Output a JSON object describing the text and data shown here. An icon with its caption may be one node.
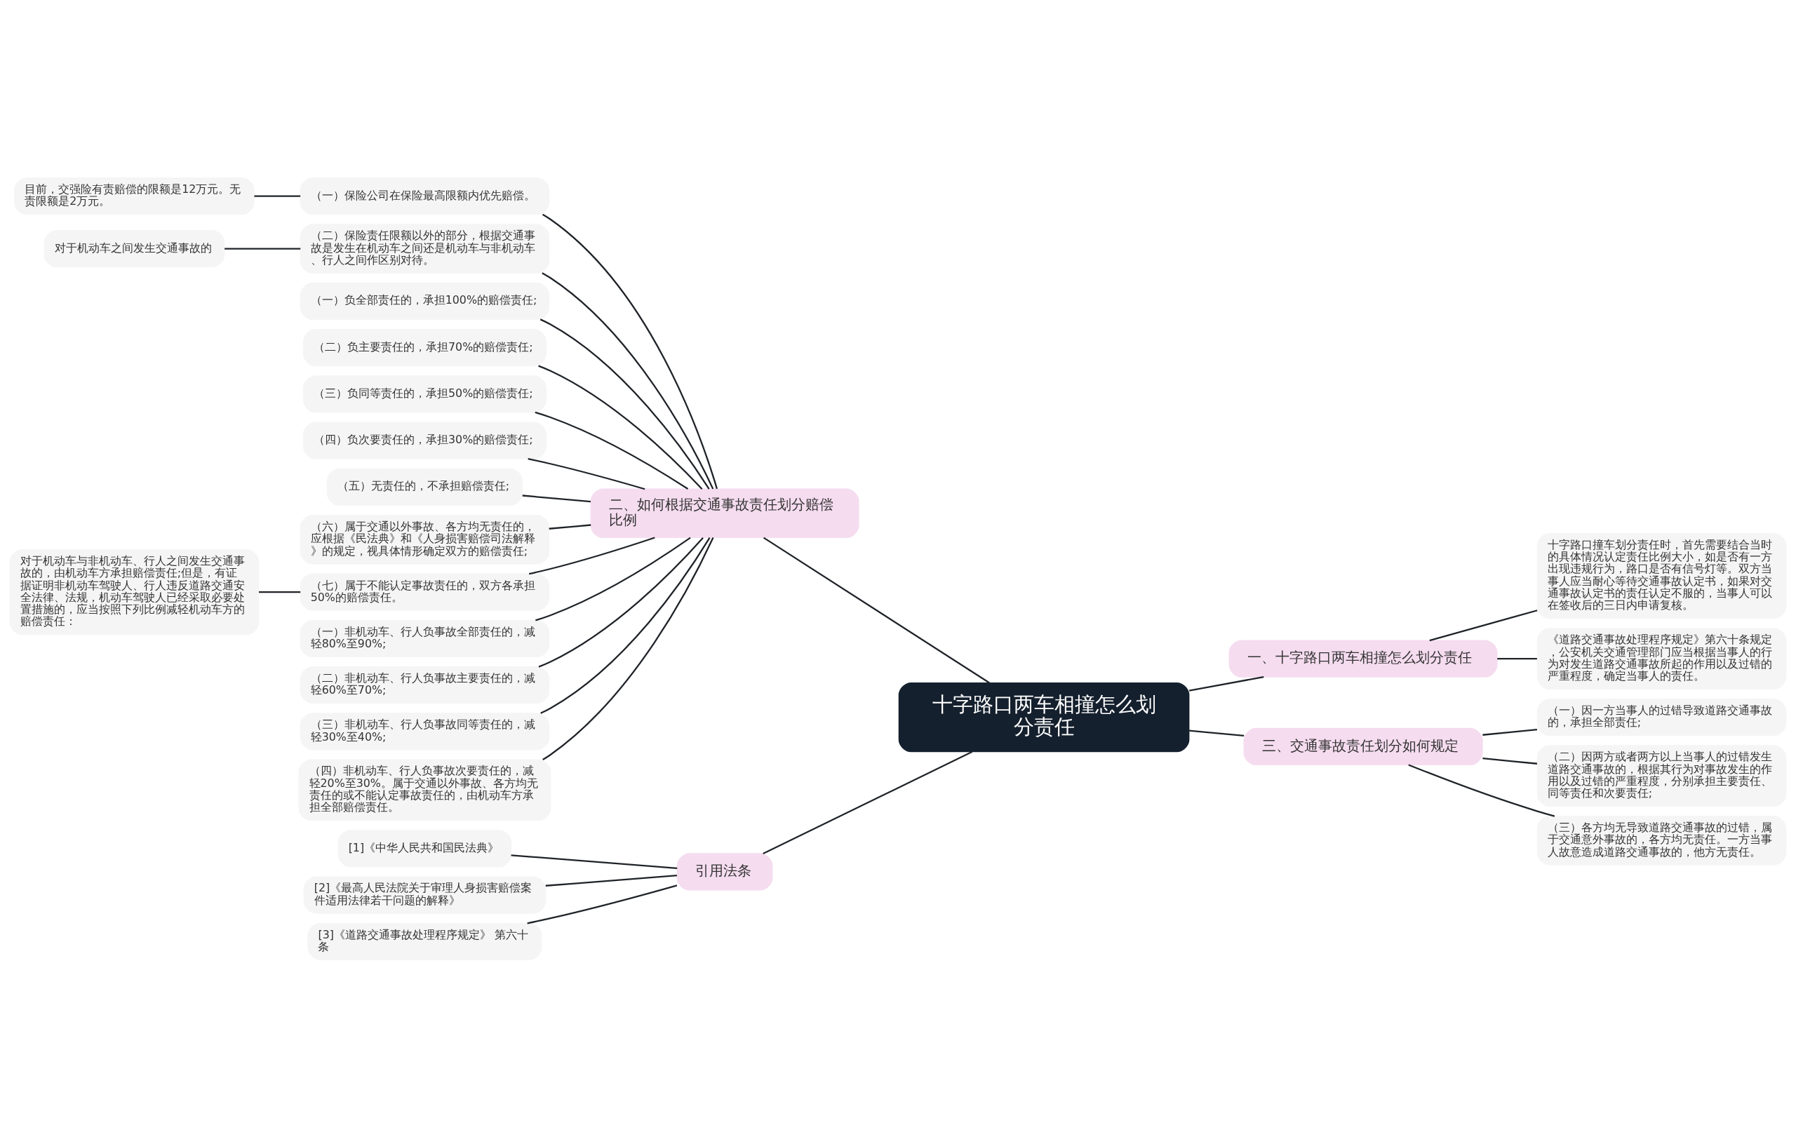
{
  "diagram": {
    "nodes": [
      {
        "text": [
          "十字路口两车相撞怎么划分责任"
        ]
      },
      {
        "text": [
          "一、十字路口两车相撞怎么划分责任"
        ]
      },
      {
        "text": [
          "十字路口撞车划分责任时，首先需要结合当时的具体情况认定责任比例大小，如是否有一方出现违规行为，路口是否有信号灯等。双方当事人应当耐心等待交通事故认定书，如果对交通事故认定书的责任认定不服的，当事人可以在签收后的三日内申请复核。"
        ]
      },
      {
        "text": [
          "《道路交通事故处理程序规定》第六十条规定，公安机关交通管理部门应当根据当事人的行为对发生道路交通事故所起的作用以及过错的严重程度，确定当事人的责任。"
        ]
      },
      {
        "text": [
          "二、如何根据交通事故责任划分赔偿比例"
        ]
      },
      {
        "text": [
          "（一）保险公司在保险最高限额内优先赔偿。"
        ]
      },
      {
        "text": [
          "目前，交强险有责赔偿的限额是12万元。无责限额是2万元。"
        ]
      },
      {
        "text": [
          "（二）保险责任限额以外的部分，根据交通事故是发生在机动车之间还是机动车与非机动车、行人之间作区别对待。"
        ]
      },
      {
        "text": [
          "对于机动车之间发生交通事故的"
        ]
      },
      {
        "text": [
          "（一）负全部责任的，承担100%的赔偿责任;"
        ]
      },
      {
        "text": [
          "（二）负主要责任的，承担70%的赔偿责任;"
        ]
      },
      {
        "text": [
          "（三）负同等责任的，承担50%的赔偿责任;"
        ]
      },
      {
        "text": [
          "（四）负次要责任的，承担30%的赔偿责任;"
        ]
      },
      {
        "text": [
          "（五）无责任的，不承担赔偿责任;"
        ]
      },
      {
        "text": [
          "（六）属于交通以外事故、各方均无责任的，应根据《民法典》和《人身损害赔偿司法解释》的规定，视具体情形确定双方的赔偿责任;"
        ]
      },
      {
        "text": [
          "（七）属于不能认定事故责任的，双方各承担50%的赔偿责任。"
        ]
      },
      {
        "text": [
          "对于机动车与非机动车、行人之间发生交通事故的，由机动车方承担赔偿责任;但是，有证据证明非机动车驾驶人、行人违反道路交通安全法律、法规，机动车驾驶人已经采取必要处置措施的，应当按照下列比例减轻机动车方的赔偿责任："
        ]
      },
      {
        "text": [
          "（一）非机动车、行人负事故全部责任的，减轻80%至90%;"
        ]
      },
      {
        "text": [
          "（二）非机动车、行人负事故主要责任的，减轻60%至70%;"
        ]
      },
      {
        "text": [
          "（三）非机动车、行人负事故同等责任的，减轻30%至40%;"
        ]
      },
      {
        "text": [
          "（四）非机动车、行人负事故次要责任的，减轻20%至30%。属于交通以外事故、各方均无责任的或不能认定事故责任的，由机动车方承担全部赔偿责任。"
        ]
      },
      {
        "text": [
          "三、交通事故责任划分如何规定"
        ]
      },
      {
        "text": [
          "（一）因一方当事人的过错导致道路交通事故的，承担全部责任;"
        ]
      },
      {
        "text": [
          "（二）因两方或者两方以上当事人的过错发生道路交通事故的，根据其行为对事故发生的作用以及过错的严重程度，分别承担主要责任、同等责任和次要责任;"
        ]
      },
      {
        "text": [
          "（三）各方均无导致道路交通事故的过错，属于交通意外事故的，各方均无责任。一方当事人故意造成道路交通事故的，他方无责任。"
        ]
      },
      {
        "text": [
          "引用法条"
        ]
      },
      {
        "text": [
          "[1]《中华人民共和国民法典》"
        ]
      },
      {
        "text": [
          "[2]《最高人民法院关于审理人身损害赔偿案件适用法律若干问题的解释》"
        ]
      },
      {
        "text": [
          "[3]《道路交通事故处理程序规定》 第六十条"
        ]
      }
    ],
    "edges": [
      {
        "from": 0,
        "to": 1,
        "arrow": "none"
      },
      {
        "from": 1,
        "to": 2,
        "arrow": "none"
      },
      {
        "from": 1,
        "to": 3,
        "arrow": "none"
      },
      {
        "from": 0,
        "to": 4,
        "arrow": "none"
      },
      {
        "from": 4,
        "to": 5,
        "arrow": "none"
      },
      {
        "from": 5,
        "to": 6,
        "arrow": "none"
      },
      {
        "from": 4,
        "to": 7,
        "arrow": "none"
      },
      {
        "from": 7,
        "to": 8,
        "arrow": "none"
      },
      {
        "from": 4,
        "to": 9,
        "arrow": "none"
      },
      {
        "from": 4,
        "to": 10,
        "arrow": "none"
      },
      {
        "from": 4,
        "to": 11,
        "arrow": "none"
      },
      {
        "from": 4,
        "to": 12,
        "arrow": "none"
      },
      {
        "from": 4,
        "to": 13,
        "arrow": "none"
      },
      {
        "from": 4,
        "to": 14,
        "arrow": "none"
      },
      {
        "from": 4,
        "to": 15,
        "arrow": "none"
      },
      {
        "from": 15,
        "to": 16,
        "arrow": "none"
      },
      {
        "from": 4,
        "to": 17,
        "arrow": "none"
      },
      {
        "from": 4,
        "to": 18,
        "arrow": "none"
      },
      {
        "from": 4,
        "to": 19,
        "arrow": "none"
      },
      {
        "from": 4,
        "to": 20,
        "arrow": "none"
      },
      {
        "from": 0,
        "to": 21,
        "arrow": "none"
      },
      {
        "from": 21,
        "to": 22,
        "arrow": "none"
      },
      {
        "from": 21,
        "to": 23,
        "arrow": "none"
      },
      {
        "from": 21,
        "to": 24,
        "arrow": "none"
      },
      {
        "from": 0,
        "to": 25,
        "arrow": "none"
      },
      {
        "from": 25,
        "to": 26,
        "arrow": "none"
      },
      {
        "from": 25,
        "to": 27,
        "arrow": "none"
      },
      {
        "from": 25,
        "to": 28,
        "arrow": "none"
      }
    ]
  }
}
